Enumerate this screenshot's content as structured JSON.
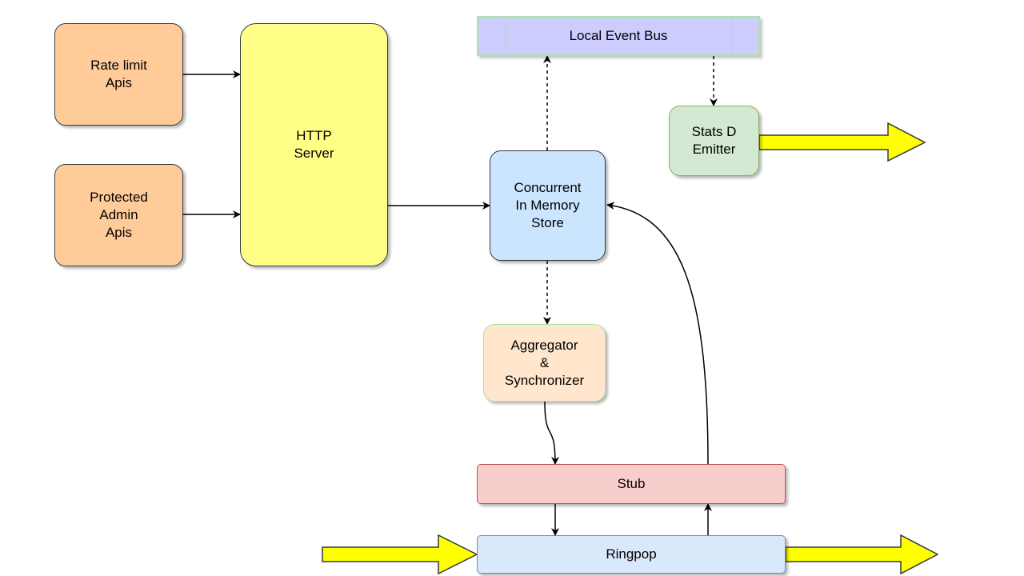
{
  "nodes": {
    "rate_limit_apis": "Rate limit\nApis",
    "protected_admin_apis": "Protected\nAdmin\nApis",
    "http_server": "HTTP\nServer",
    "local_event_bus": "Local Event Bus",
    "stats_d_emitter": "Stats D\nEmitter",
    "concurrent_store": "Concurrent\nIn Memory\nStore",
    "aggregator": "Aggregator\n&\nSynchronizer",
    "stub": "Stub",
    "ringpop": "Ringpop"
  },
  "colors": {
    "api_box": "#ffcc99",
    "http_server": "#ffff88",
    "store": "#cce5ff",
    "event_bus": "#ccccff",
    "stats_emitter": "#d5e8d4",
    "aggregator": "#ffe6cc",
    "stub": "#f8cecc",
    "ringpop": "#dae8fc",
    "flow_arrow": "#ffff00"
  }
}
